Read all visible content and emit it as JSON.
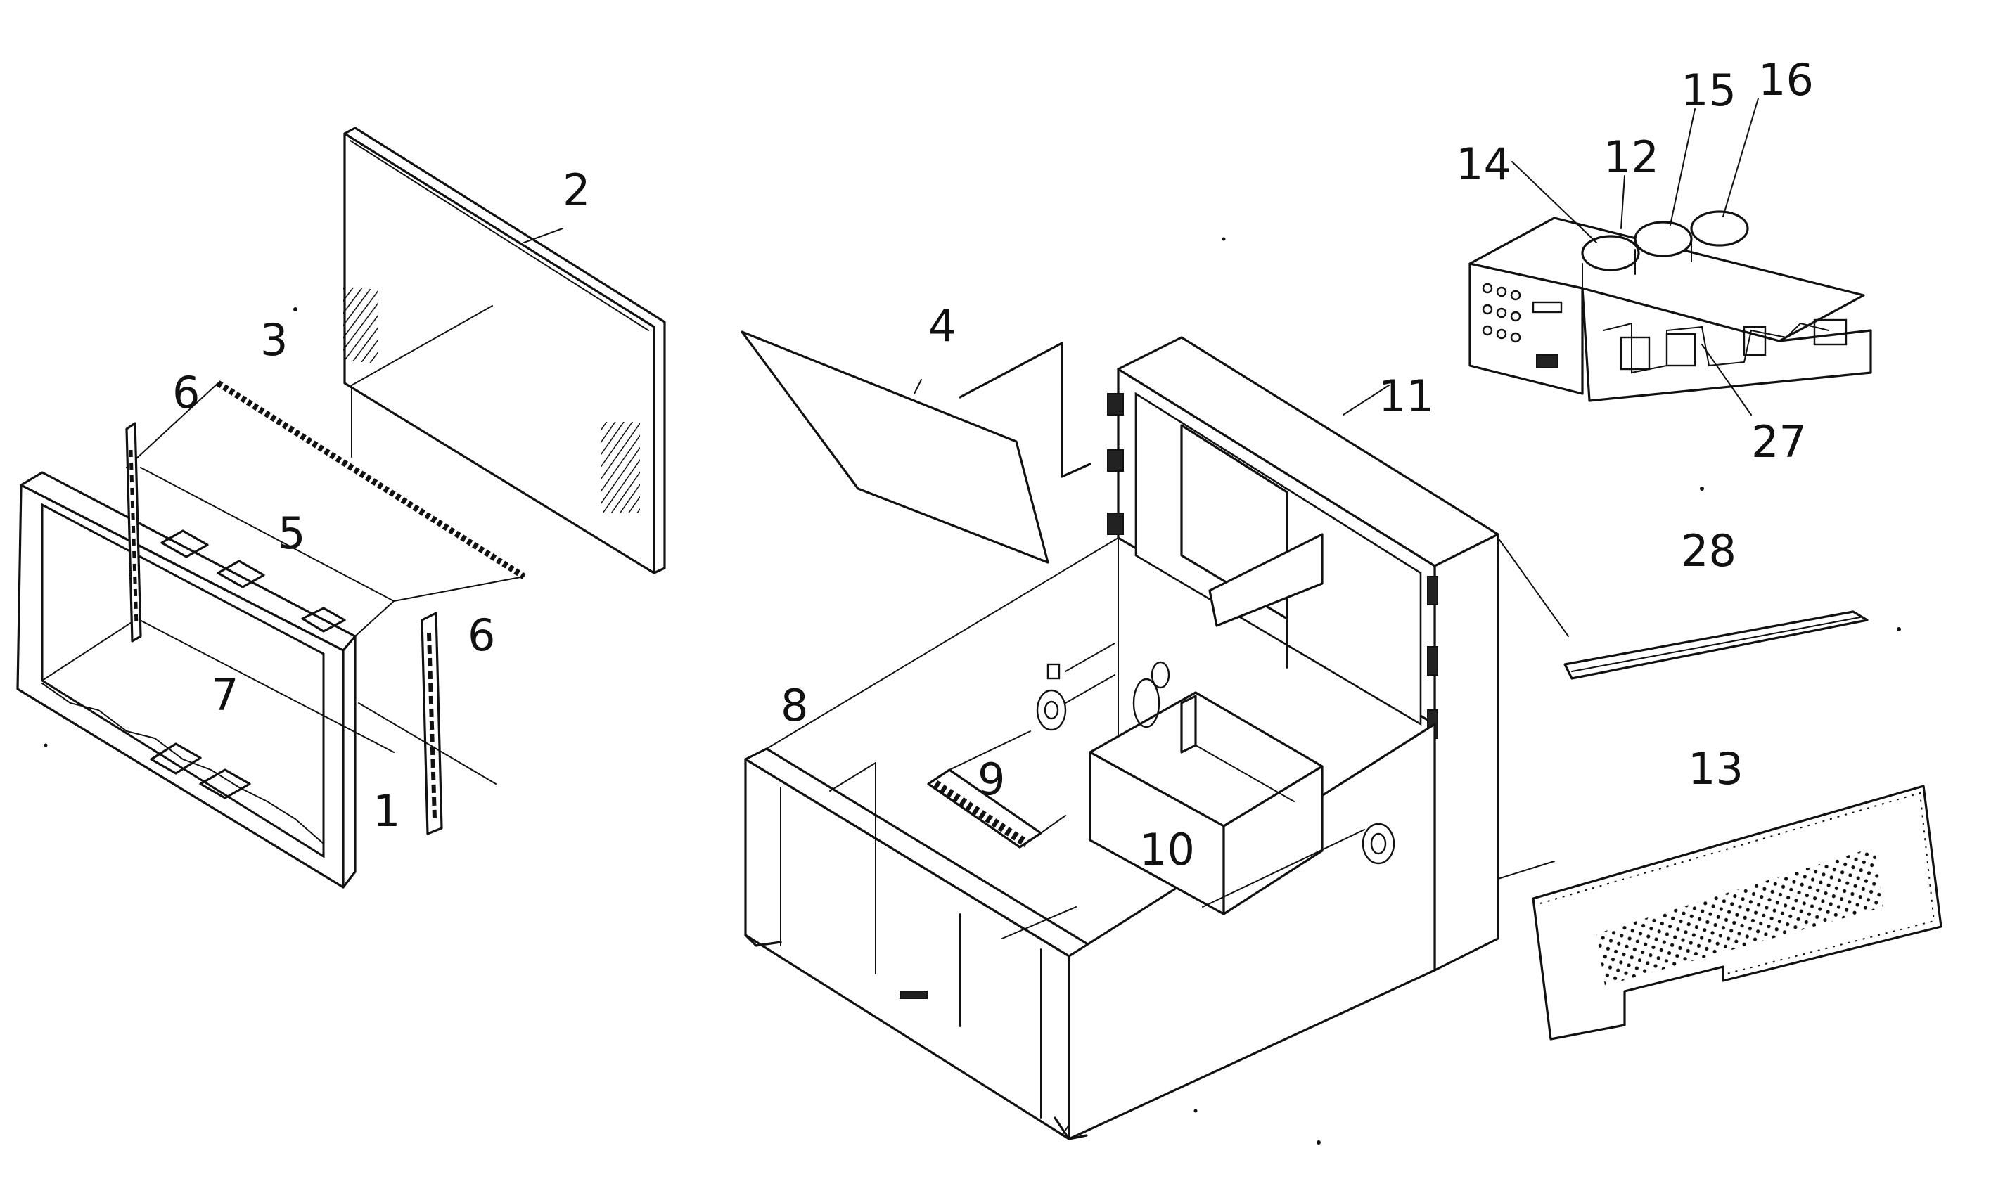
{
  "diagram": {
    "labels": [
      {
        "id": "1",
        "text": "1"
      },
      {
        "id": "2",
        "text": "2"
      },
      {
        "id": "3",
        "text": "3"
      },
      {
        "id": "4",
        "text": "4"
      },
      {
        "id": "5",
        "text": "5"
      },
      {
        "id": "6a",
        "text": "6"
      },
      {
        "id": "6b",
        "text": "6"
      },
      {
        "id": "7",
        "text": "7"
      },
      {
        "id": "8",
        "text": "8"
      },
      {
        "id": "9",
        "text": "9"
      },
      {
        "id": "10",
        "text": "10"
      },
      {
        "id": "11",
        "text": "11"
      },
      {
        "id": "12",
        "text": "12"
      },
      {
        "id": "13",
        "text": "13"
      },
      {
        "id": "14",
        "text": "14"
      },
      {
        "id": "15",
        "text": "15"
      },
      {
        "id": "16",
        "text": "16"
      },
      {
        "id": "27",
        "text": "27"
      },
      {
        "id": "28",
        "text": "28"
      }
    ]
  }
}
